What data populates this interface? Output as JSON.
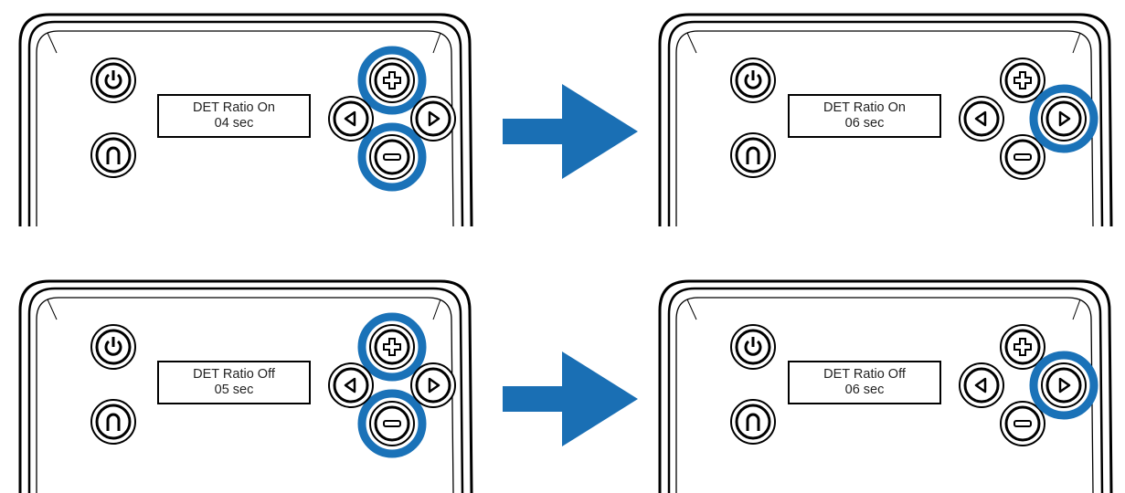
{
  "colors": {
    "highlight": "#1a72b8",
    "arrow": "#1a6fb4",
    "outline": "#000000"
  },
  "icons": {
    "power": "power-icon",
    "return": "return-icon",
    "plus": "plus-icon",
    "minus": "minus-icon",
    "left": "left-arrow-icon",
    "right": "right-arrow-icon",
    "flow": "flow-arrow-icon"
  },
  "steps": [
    {
      "before": {
        "line1": "DET Ratio On",
        "line2": "04 sec",
        "highlighted": [
          "plus",
          "minus"
        ]
      },
      "after": {
        "line1": "DET Ratio On",
        "line2": "06 sec",
        "highlighted": [
          "right"
        ]
      }
    },
    {
      "before": {
        "line1": "DET Ratio Off",
        "line2": "05 sec",
        "highlighted": [
          "plus",
          "minus"
        ]
      },
      "after": {
        "line1": "DET Ratio Off",
        "line2": "06 sec",
        "highlighted": [
          "right"
        ]
      }
    }
  ]
}
